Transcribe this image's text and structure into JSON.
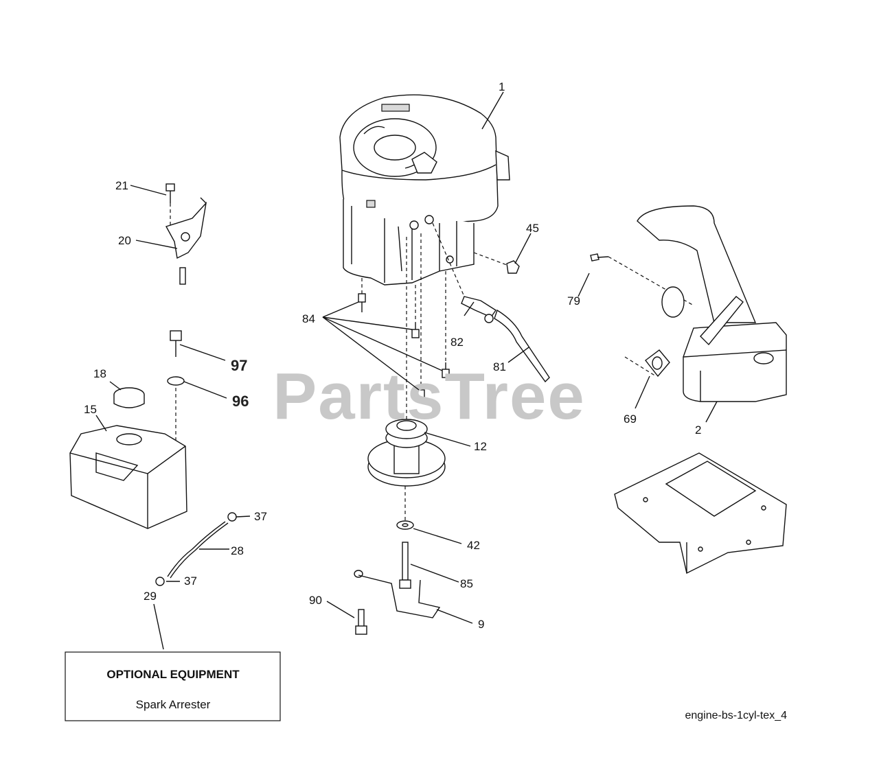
{
  "watermark": "PartsTree",
  "diagram_code": "engine-bs-1cyl-tex_4",
  "optional_box": {
    "title": "OPTIONAL EQUIPMENT",
    "subtitle": "Spark Arrester"
  },
  "callouts": {
    "c1": "1",
    "c2": "2",
    "c9": "9",
    "c12": "12",
    "c15": "15",
    "c18": "18",
    "c20": "20",
    "c21": "21",
    "c28": "28",
    "c29": "29",
    "c37a": "37",
    "c37b": "37",
    "c42": "42",
    "c45": "45",
    "c69": "69",
    "c79": "79",
    "c81": "81",
    "c82": "82",
    "c84": "84",
    "c85": "85",
    "c90": "90",
    "c96": "96",
    "c97": "97"
  }
}
